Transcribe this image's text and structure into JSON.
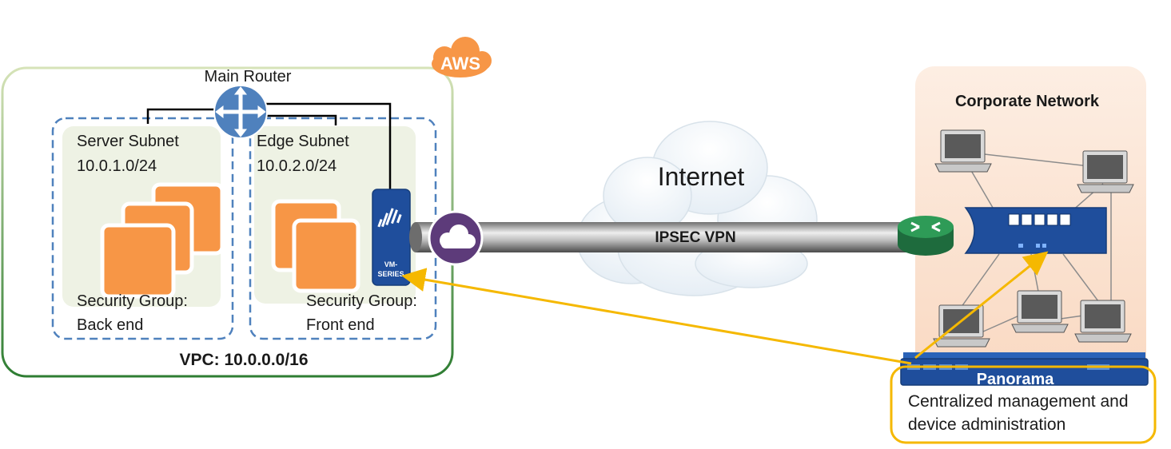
{
  "aws": {
    "badge": "AWS",
    "main_router": "Main Router",
    "server_subnet": {
      "name": "Server Subnet",
      "cidr": "10.0.1.0/24",
      "sg_line1": "Security Group:",
      "sg_line2": "Back end"
    },
    "edge_subnet": {
      "name": "Edge Subnet",
      "cidr": "10.0.2.0/24",
      "sg_line1": "Security Group:",
      "sg_line2": "Front end"
    },
    "vm_series": {
      "line1": "VM-",
      "line2": "SERIES"
    },
    "vpc": "VPC: 10.0.0.0/16"
  },
  "internet": {
    "label": "Internet",
    "tunnel": "IPSEC VPN"
  },
  "corporate": {
    "title": "Corporate Network",
    "panorama": "Panorama",
    "panorama_desc_line1": "Centralized management and",
    "panorama_desc_line2": "device administration"
  },
  "colors": {
    "aws_orange": "#f79646",
    "vpc_border_top": "#c4d79b",
    "vpc_border_bottom": "#2e7d32",
    "subnet_dash": "#4f81bd",
    "corp_bg": "#fbe4d5",
    "arrow": "#f5b800",
    "router_blue": "#4f81bd",
    "firewall_blue": "#1f4e9c",
    "vpn_green": "#2e8b57"
  }
}
